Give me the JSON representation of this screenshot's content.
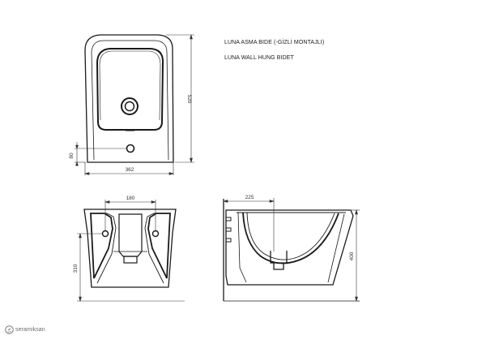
{
  "titles": {
    "line1": "LUNA ASMA BIDE (-GİZLİ MONTAJLI)",
    "line2": "LUNA WALL HUNG BIDET"
  },
  "dimensions": {
    "top_width": "362",
    "top_height": "520",
    "top_hole_offset": "80",
    "front_hole_spacing": "180",
    "front_height": "310",
    "side_depth": "225",
    "side_height": "400"
  },
  "brand": {
    "name": "seramiksan",
    "logo_icon": "seramiksan-logo-icon",
    "color": "#7a7a7a"
  },
  "colors": {
    "line": "#1a1a1a",
    "dimension": "#333333"
  }
}
